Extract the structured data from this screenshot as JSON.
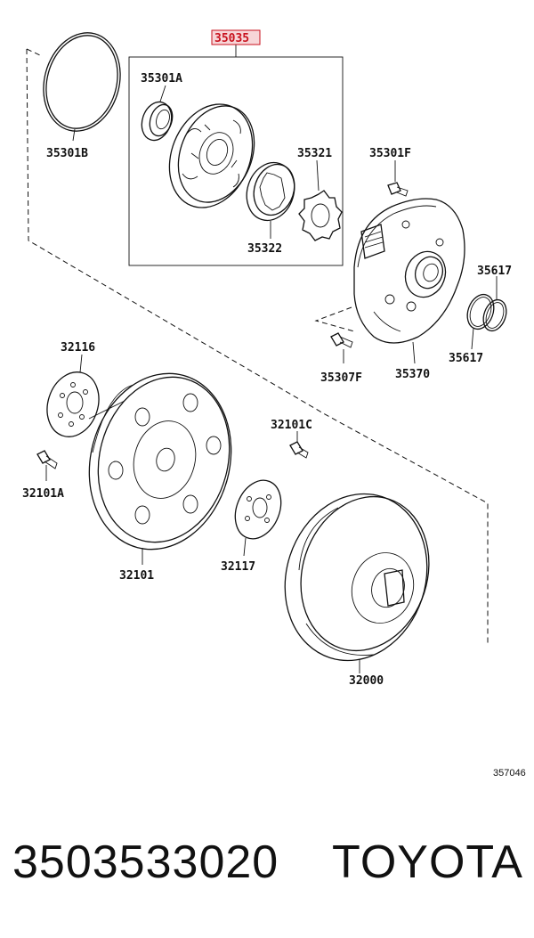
{
  "diagram": {
    "highlighted_part": "35035",
    "labels": {
      "l35301A": "35301A",
      "l35301B": "35301B",
      "l35321": "35321",
      "l35322": "35322",
      "l35301F": "35301F",
      "l35617a": "35617",
      "l35617b": "35617",
      "l35307F": "35307F",
      "l35370": "35370",
      "l32116": "32116",
      "l32101C": "32101C",
      "l32101A": "32101A",
      "l32117": "32117",
      "l32101": "32101",
      "l32000": "32000"
    },
    "diagram_number": "357046"
  },
  "footer": {
    "part_number": "3503533020",
    "brand": "TOYOTA"
  },
  "colors": {
    "highlight": "#c8121e",
    "line": "#111111",
    "background": "#ffffff"
  }
}
